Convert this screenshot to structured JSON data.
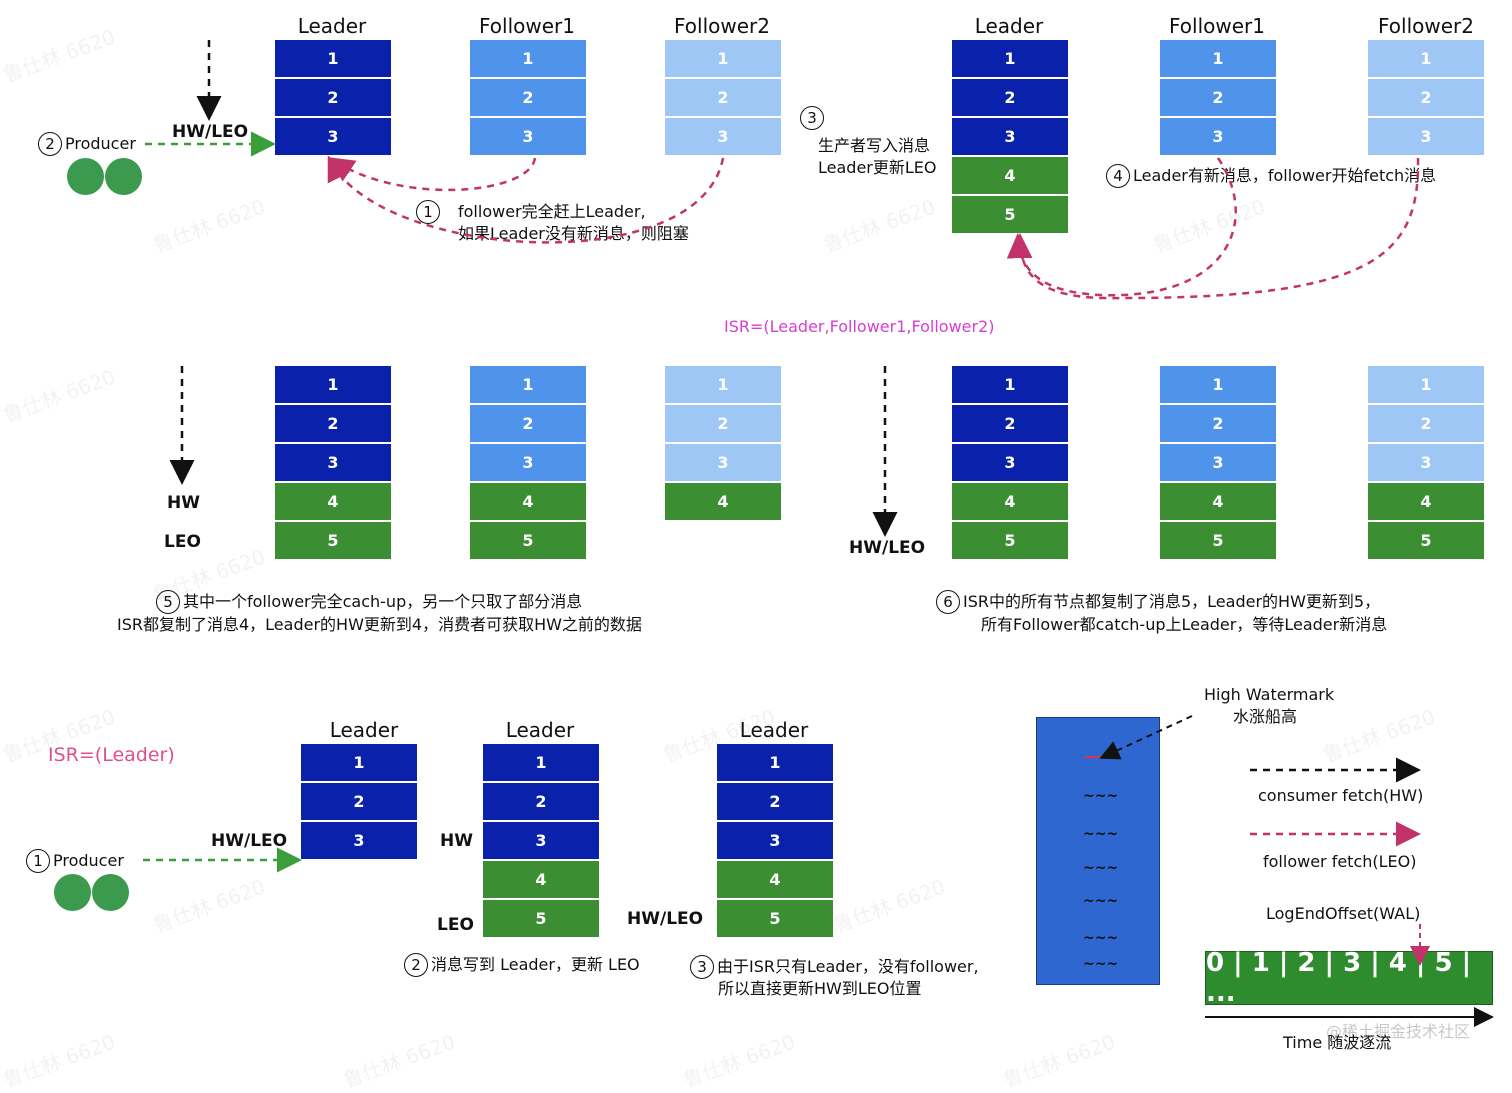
{
  "colors": {
    "leader_blue": "#0a21ab",
    "follower1_blue": "#4f93ea",
    "follower2_blue": "#9ec7f6",
    "green": "#3b8e32",
    "producer_green": "#3b9a4d",
    "fetch_pink": "#c2336b",
    "producer_arrow_green": "#3a9e3a",
    "isr_pink": "#d63fd0",
    "wal_blue": "#2f67d1",
    "log_green": "#2e8b2e"
  },
  "panel1": {
    "headers": [
      "Leader",
      "Follower1",
      "Follower2"
    ],
    "leader": [
      "1",
      "2",
      "3"
    ],
    "follower1": [
      "1",
      "2",
      "3"
    ],
    "follower2": [
      "1",
      "2",
      "3"
    ],
    "producer": "Producer",
    "producer_num": "2",
    "hwleo": "HW/LEO",
    "note_num": "1",
    "note1": "follower完全赶上Leader,",
    "note2": "如果Leader没有新消息，则阻塞"
  },
  "panel2": {
    "headers": [
      "Leader",
      "Follower1",
      "Follower2"
    ],
    "leader": [
      "1",
      "2",
      "3",
      "4",
      "5"
    ],
    "follower1": [
      "1",
      "2",
      "3"
    ],
    "follower2": [
      "1",
      "2",
      "3"
    ],
    "step3_num": "3",
    "step3_line1": "生产者写入消息",
    "step3_line2": "Leader更新LEO",
    "step4_num": "4",
    "step4": "Leader有新消息，follower开始fetch消息"
  },
  "isr_all": "ISR=(Leader,Follower1,Follower2)",
  "panel3": {
    "leader": [
      "1",
      "2",
      "3",
      "4",
      "5"
    ],
    "follower1": [
      "1",
      "2",
      "3",
      "4",
      "5"
    ],
    "follower2": [
      "1",
      "2",
      "3",
      "4"
    ],
    "hw": "HW",
    "leo": "LEO",
    "note_num": "5",
    "note1": "其中一个follower完全cach-up，另一个只取了部分消息",
    "note2": "ISR都复制了消息4，Leader的HW更新到4，消费者可获取HW之前的数据"
  },
  "panel4": {
    "leader": [
      "1",
      "2",
      "3",
      "4",
      "5"
    ],
    "follower1": [
      "1",
      "2",
      "3",
      "4",
      "5"
    ],
    "follower2": [
      "1",
      "2",
      "3",
      "4",
      "5"
    ],
    "hwleo": "HW/LEO",
    "note_num": "6",
    "note1": "ISR中的所有节点都复制了消息5，Leader的HW更新到5，",
    "note2": "所有Follower都catch-up上Leader，等待Leader新消息"
  },
  "panel5": {
    "isr": "ISR=(Leader)",
    "producer_num": "1",
    "producer": "Producer",
    "hwleo": "HW/LEO",
    "header": "Leader",
    "col1": [
      "1",
      "2",
      "3"
    ],
    "col2": [
      "1",
      "2",
      "3",
      "4",
      "5"
    ],
    "col3": [
      "1",
      "2",
      "3",
      "4",
      "5"
    ],
    "hw": "HW",
    "leo": "LEO",
    "hwleo2": "HW/LEO",
    "step2_num": "2",
    "step2": "消息写到 Leader，更新 LEO",
    "step3_num": "3",
    "step3_line1": "由于ISR只有Leader，没有follower,",
    "step3_line2": "所以直接更新HW到LEO位置"
  },
  "legend": {
    "hw_title1": "High Watermark",
    "hw_title2": "水涨船高",
    "waves": [
      "~~~",
      "~~~",
      "~~~",
      "~~~",
      "~~~",
      "~~~"
    ],
    "consumer": "consumer fetch(HW)",
    "follower": "follower fetch(LEO)",
    "logend": "LogEndOffset(WAL)",
    "log_text": "0 | 1 | 2 | 3 | 4 | 5 | ...",
    "time": "Time 随波逐流",
    "credit": "@稀土掘金技术社区"
  },
  "watermark_text": "鲁仕林 6620"
}
